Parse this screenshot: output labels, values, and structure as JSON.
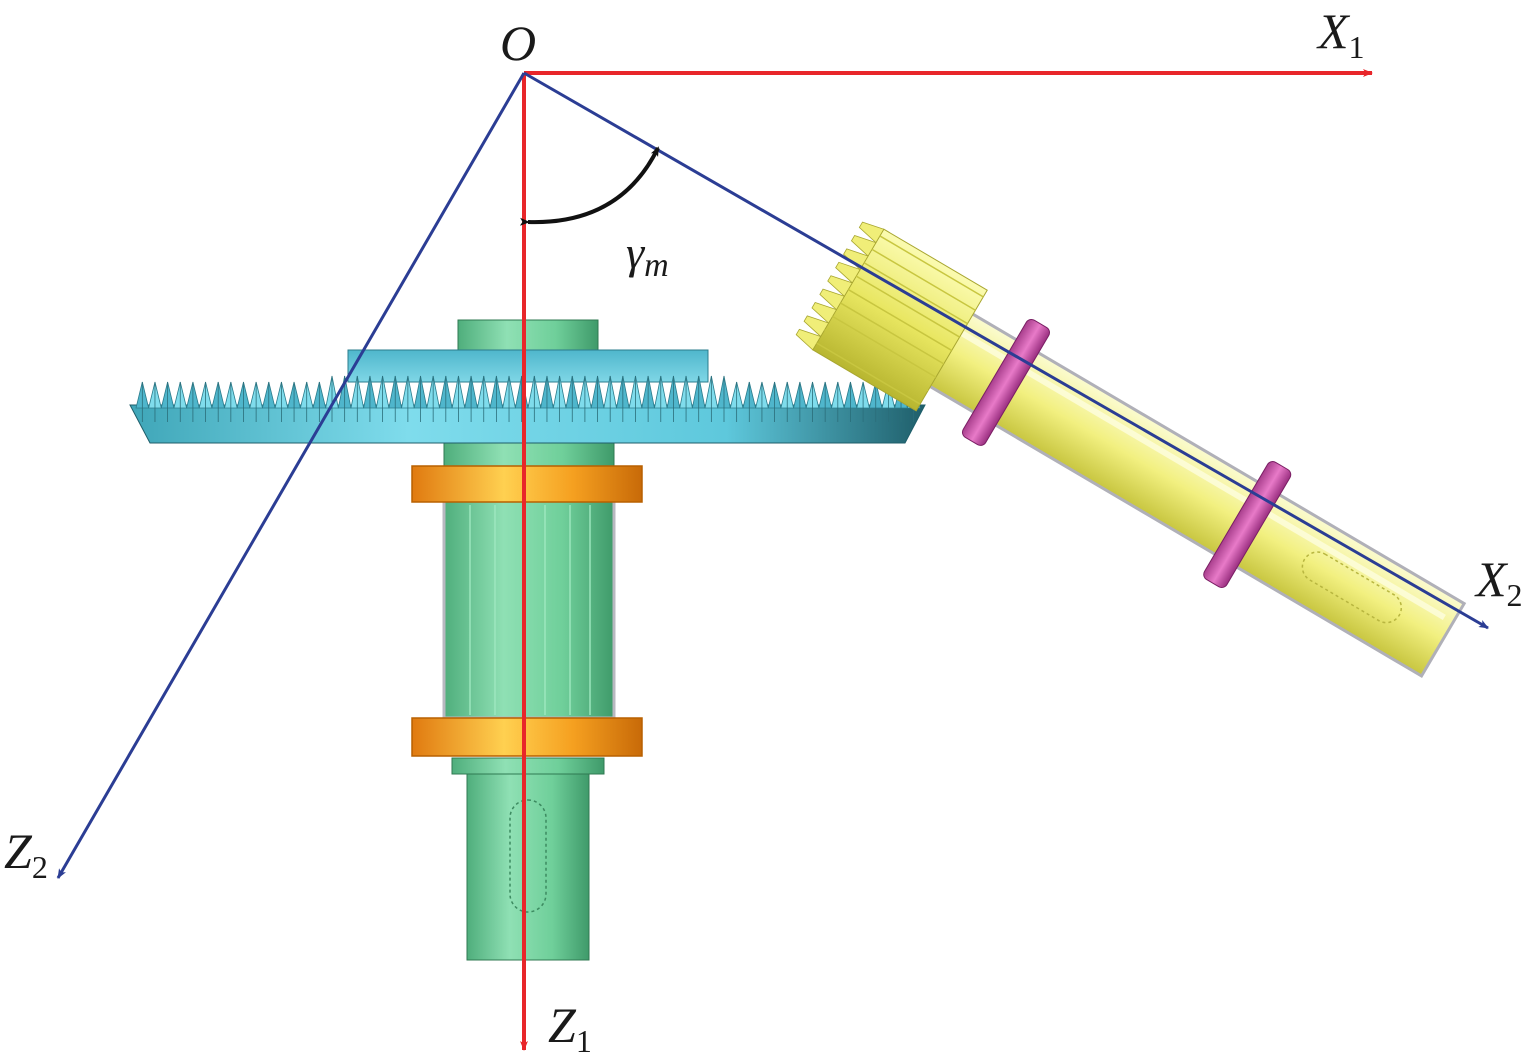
{
  "labels": {
    "origin": "O",
    "x1": {
      "main": "X",
      "sub": "1"
    },
    "z1": {
      "main": "Z",
      "sub": "1"
    },
    "x2": {
      "main": "X",
      "sub": "2"
    },
    "z2": {
      "main": "Z",
      "sub": "2"
    },
    "angle": {
      "main": "γ",
      "sub": "m"
    }
  },
  "colors": {
    "frame1_axes": "#e8262a",
    "frame2_axes": "#2b3d94",
    "angle_arrow": "#111111",
    "wheel_gear": "#5ec8dc",
    "wheel_shaft": "#6fcf9a",
    "wheel_bearings": "#f5a020",
    "pinion_gear": "#f2f07a",
    "pinion_shaft": "#f7f7a6",
    "pinion_bearings": "#d65bb0"
  }
}
